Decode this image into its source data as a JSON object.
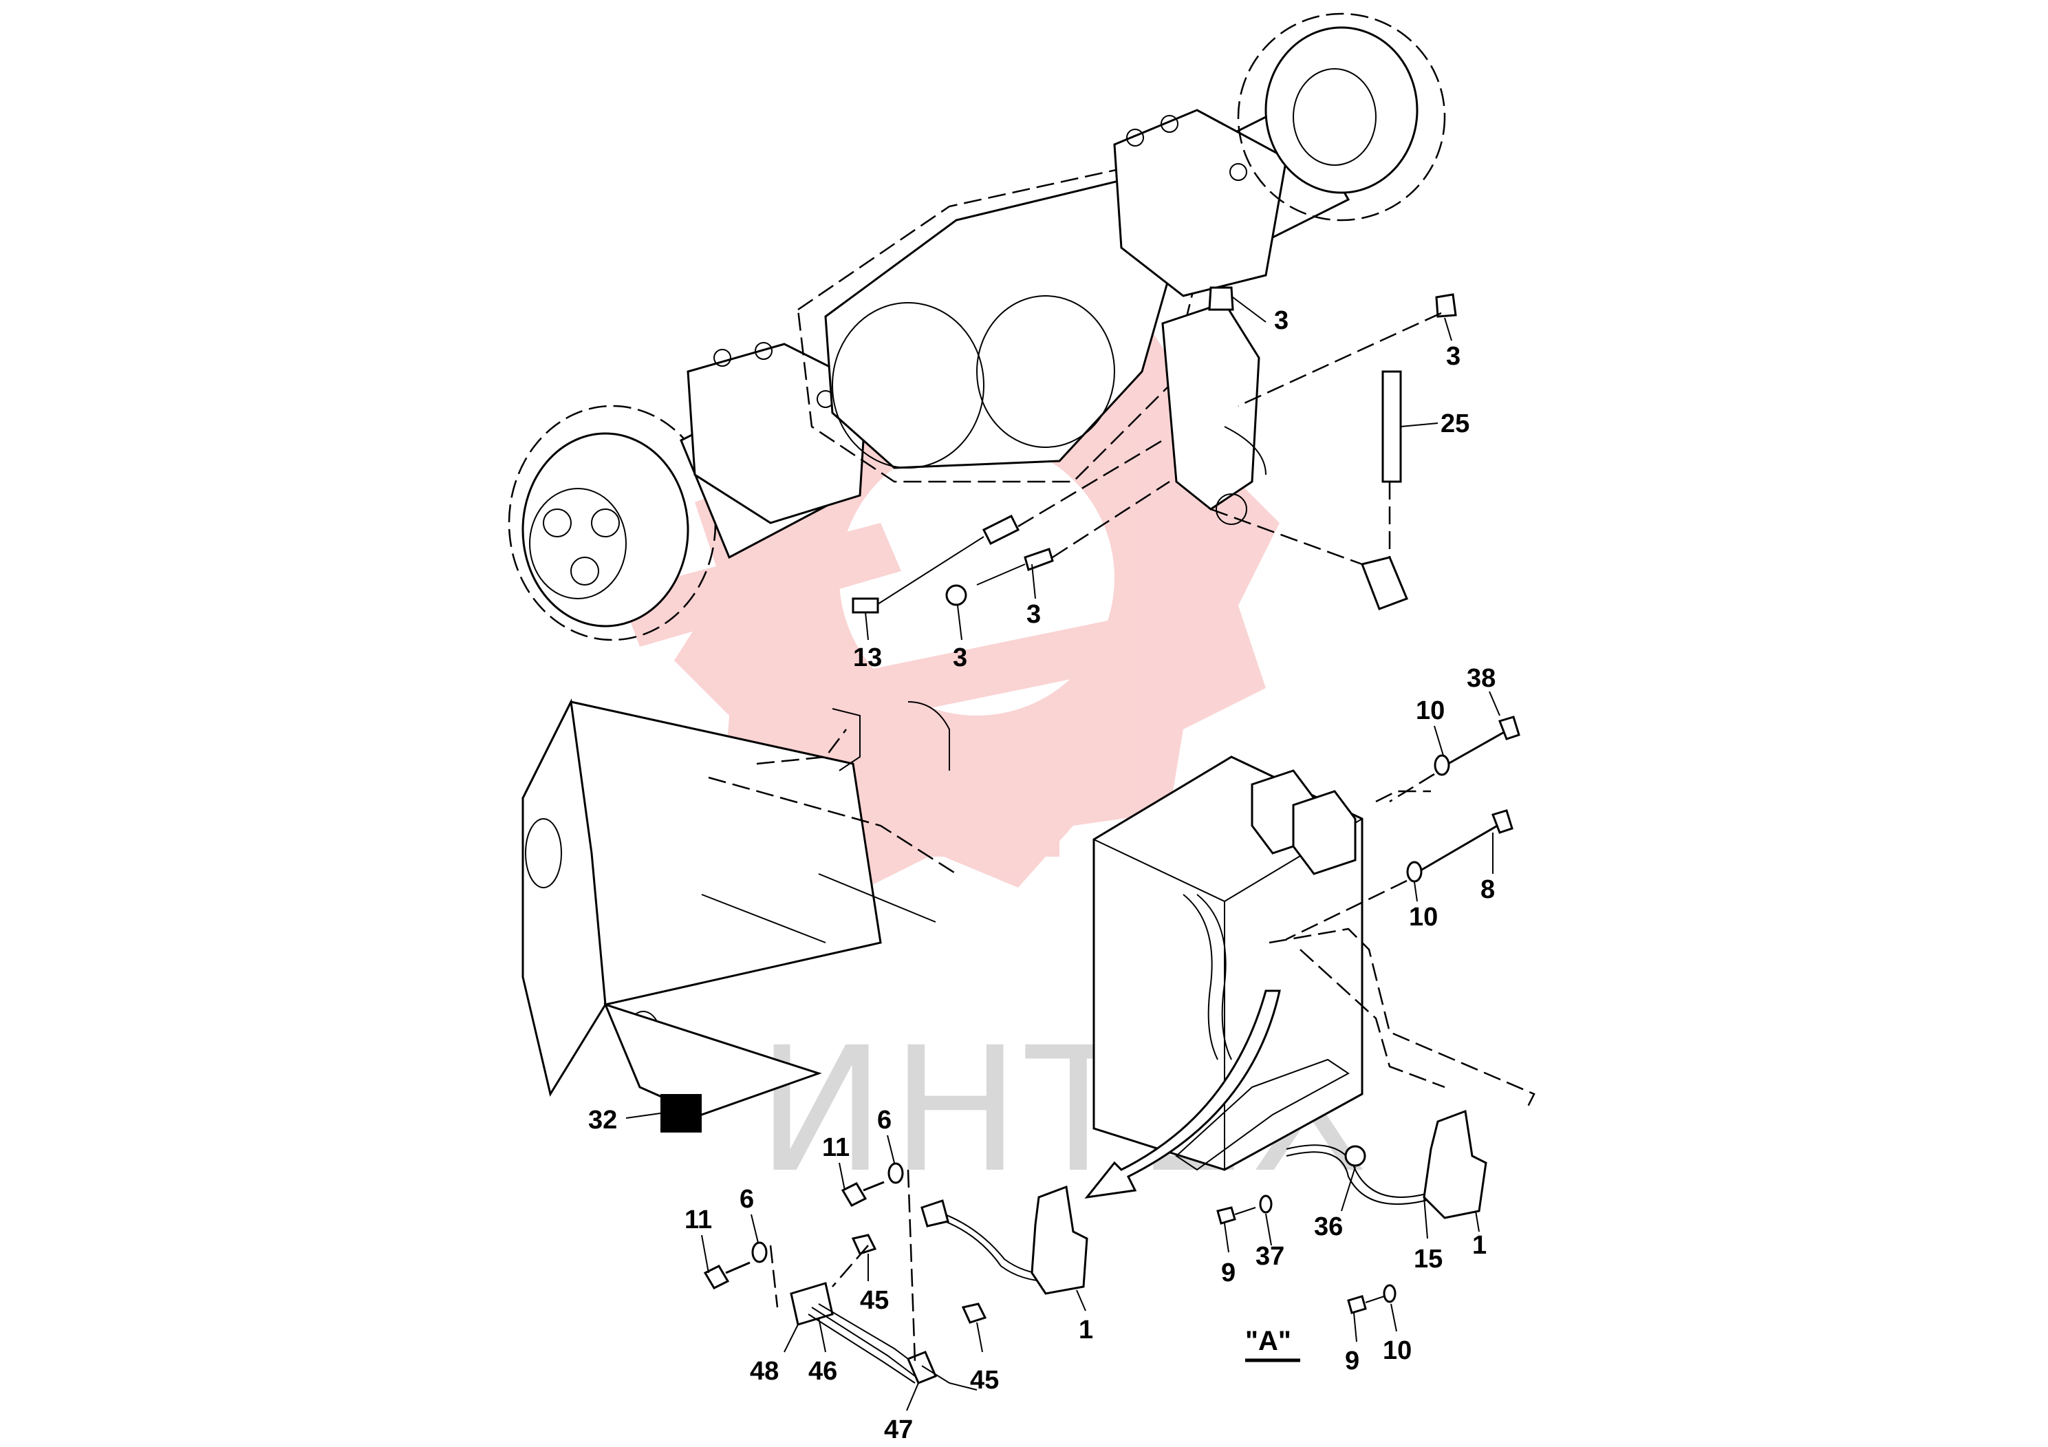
{
  "watermark": {
    "text": "ИНТЕХ",
    "color": "#f4a0a0"
  },
  "view_label": "\"A\"",
  "callouts": [
    {
      "id": "c3a",
      "text": "3"
    },
    {
      "id": "c3b",
      "text": "3"
    },
    {
      "id": "c25",
      "text": "25"
    },
    {
      "id": "c13",
      "text": "13"
    },
    {
      "id": "c3c",
      "text": "3"
    },
    {
      "id": "c3d",
      "text": "3"
    },
    {
      "id": "c38",
      "text": "38"
    },
    {
      "id": "c10a",
      "text": "10"
    },
    {
      "id": "c8",
      "text": "8"
    },
    {
      "id": "c10b",
      "text": "10"
    },
    {
      "id": "c32",
      "text": "32"
    },
    {
      "id": "c6a",
      "text": "6"
    },
    {
      "id": "c11a",
      "text": "11"
    },
    {
      "id": "c11b",
      "text": "11"
    },
    {
      "id": "c6b",
      "text": "6"
    },
    {
      "id": "c45a",
      "text": "45"
    },
    {
      "id": "c1a",
      "text": "1"
    },
    {
      "id": "c48",
      "text": "48"
    },
    {
      "id": "c46",
      "text": "46"
    },
    {
      "id": "c45b",
      "text": "45"
    },
    {
      "id": "c47",
      "text": "47"
    },
    {
      "id": "c9a",
      "text": "9"
    },
    {
      "id": "c37",
      "text": "37"
    },
    {
      "id": "c36",
      "text": "36"
    },
    {
      "id": "c15",
      "text": "15"
    },
    {
      "id": "c1b",
      "text": "1"
    },
    {
      "id": "c9b",
      "text": "9"
    },
    {
      "id": "c10c",
      "text": "10"
    }
  ]
}
